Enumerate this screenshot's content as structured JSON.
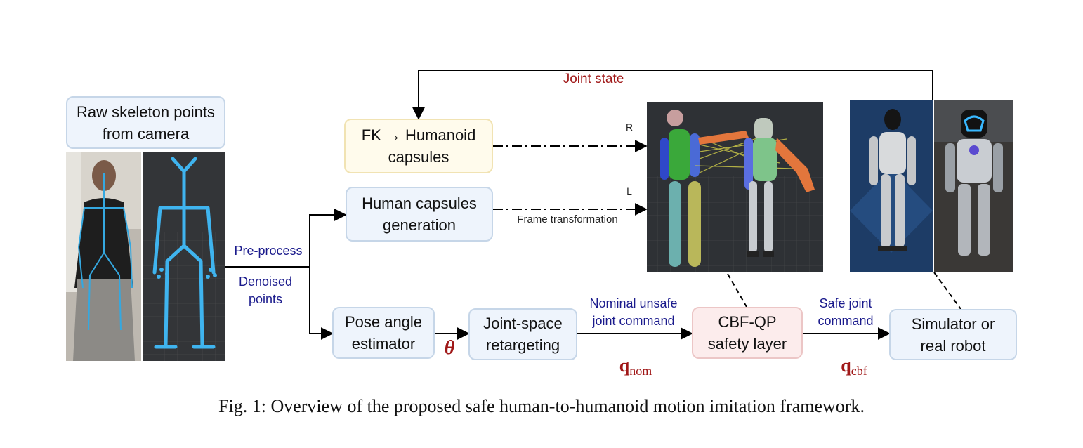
{
  "boxes": {
    "raw": "Raw skeleton points\nfrom camera",
    "fk": "FK → Humanoid\ncapsules",
    "human": "Human capsules\ngeneration",
    "pose": "Pose angle\nestimator",
    "joint": "Joint-space\nretargeting",
    "cbf": "CBF-QP\nsafety layer",
    "sim": "Simulator or\nreal robot"
  },
  "labels": {
    "joint_state": "Joint state",
    "preprocess": "Pre-process",
    "denoised": "Denoised\npoints",
    "nominal": "Nominal unsafe\njoint command",
    "safe": "Safe joint\ncommand",
    "frame": "Frame transformation",
    "r": "R",
    "l": "L",
    "theta": "θ",
    "q_nom_base": "q",
    "q_nom_sub": "nom",
    "q_cbf_base": "q",
    "q_cbf_sub": "cbf"
  },
  "caption": "Fig. 1: Overview of the proposed safe human-to-humanoid motion imitation framework.",
  "colors": {
    "box_fill": "#eef4fc",
    "box_border": "#c6d6e8",
    "fk_fill": "#fffbec",
    "cbf_fill": "#fcecec",
    "label_blue": "#1a1a8c",
    "accent_red": "#a01818"
  }
}
